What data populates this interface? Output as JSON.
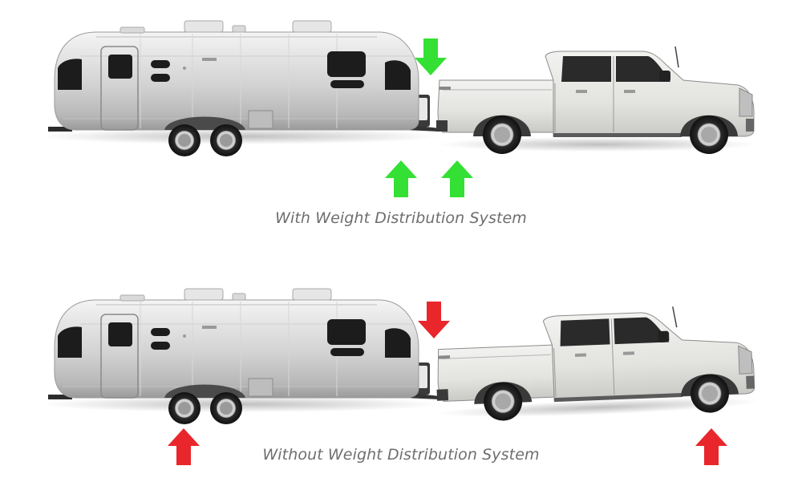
{
  "panels": [
    {
      "caption": "With Weight Distribution System",
      "arrow_color": "#33e033",
      "arrows": [
        {
          "name": "hitch-down-arrow",
          "direction": "down"
        },
        {
          "name": "trailer-axle-up-arrow",
          "direction": "up"
        },
        {
          "name": "truck-front-up-arrow",
          "direction": "up"
        }
      ]
    },
    {
      "caption": "Without Weight Distribution System",
      "arrow_color": "#e8262b",
      "arrows": [
        {
          "name": "hitch-down-arrow",
          "direction": "down"
        },
        {
          "name": "trailer-axle-up-arrow",
          "direction": "up"
        },
        {
          "name": "truck-front-up-arrow",
          "direction": "up"
        }
      ]
    }
  ]
}
